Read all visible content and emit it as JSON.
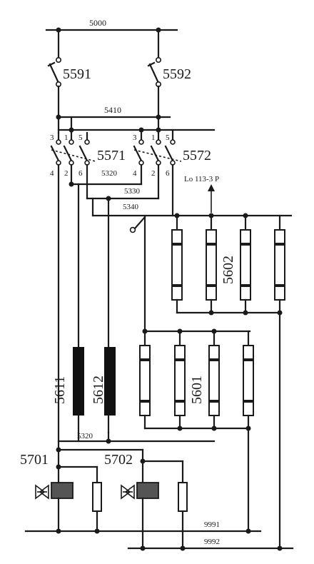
{
  "buses": {
    "top": "5000",
    "b5410": "5410",
    "b5320a": "5320",
    "b5330": "5330",
    "b5340": "5340",
    "b5320b": "5320",
    "b9991": "9991",
    "b9992": "9992"
  },
  "switches": {
    "s5591": "5591",
    "s5592": "5592",
    "s5571": "5571",
    "s5572": "5572"
  },
  "pins": {
    "p3": "3",
    "p1": "1",
    "p5": "5",
    "p4": "4",
    "p2": "2",
    "p6": "6"
  },
  "banks": {
    "b5602": "5602",
    "b5601": "5601",
    "b5611": "5611",
    "b5612": "5612"
  },
  "valves": {
    "v5701": "5701",
    "v5702": "5702"
  },
  "annotation": "Lo 113-3 P"
}
